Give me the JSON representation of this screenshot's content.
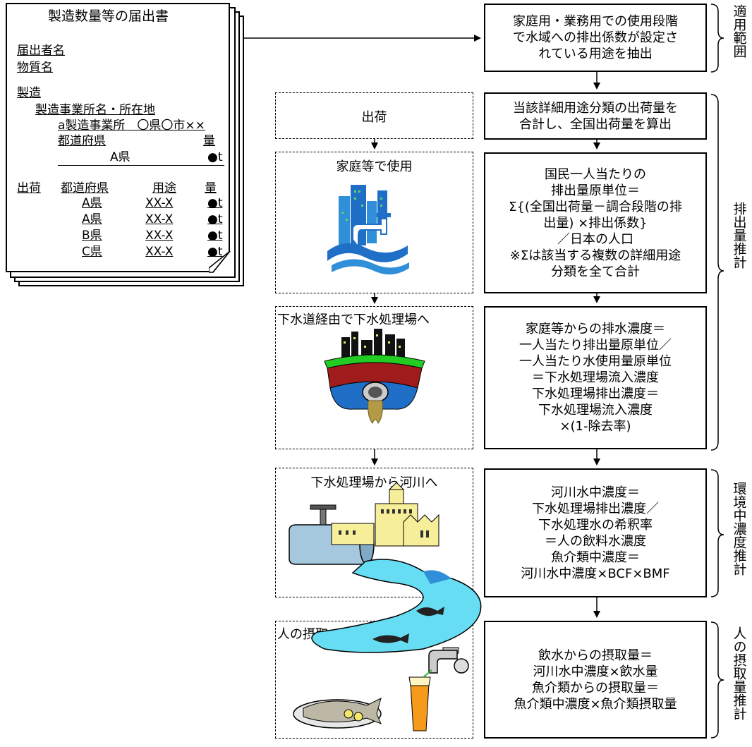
{
  "notification_doc": {
    "title": "製造数量等の届出書",
    "notifier_label": "届出者名",
    "substance_label": "物質名",
    "manufacture_label": "製造",
    "plant_label": "製造事業所名・所在地",
    "plant_value": "a製造事業所　〇県〇市××",
    "pref_header": "都道府県",
    "qty_header": "量",
    "mfg_row_pref": "A県",
    "mfg_row_qty": "●t",
    "shipment_label": "出荷",
    "ship_pref_header": "都道府県",
    "ship_use_header": "用途",
    "ship_qty_header": "量",
    "shipments": [
      {
        "pref": "A県",
        "use": "XX-X",
        "qty": "●t"
      },
      {
        "pref": "A県",
        "use": "XX-X",
        "qty": "●t"
      },
      {
        "pref": "B県",
        "use": "XX-X",
        "qty": "●t"
      },
      {
        "pref": "C県",
        "use": "XX-X",
        "qty": "●t"
      }
    ]
  },
  "stages": {
    "shipment": "出荷",
    "household_use": "家庭等で使用",
    "sewer": "下水道経由で下水処理場へ",
    "river": "下水処理場から河川へ",
    "intake": "人の摂取へ"
  },
  "boxes": {
    "scope": [
      "家庭用・業務用での使用段階",
      "で水域への排出係数が設定さ",
      "れている用途を抽出"
    ],
    "shipment_total": [
      "当該詳細用途分類の出荷量を",
      "合計し、全国出荷量を算出"
    ],
    "per_capita": [
      "国民一人当たりの",
      "排出量原単位＝",
      "Σ{(全国出荷量－調合段階の排",
      "出量) ×排出係数}",
      "／日本の人口",
      "※Σは該当する複数の詳細用途",
      "分類を全て合計"
    ],
    "sewage": [
      "家庭等からの排水濃度＝",
      "一人当たり排出量原単位／",
      "一人当たり水使用量原単位",
      "＝下水処理場流入濃度",
      "下水処理場排出濃度＝",
      "下水処理場流入濃度",
      "×(1-除去率)"
    ],
    "river_conc": [
      "河川水中濃度＝",
      "下水処理場排出濃度／",
      "下水処理水の希釈率",
      "＝人の飲料水濃度",
      "魚介類中濃度＝",
      "河川水中濃度×BCF×BMF"
    ],
    "intake": [
      "飲水からの摂取量＝",
      "河川水中濃度×飲水量",
      "魚介類からの摂取量＝",
      "魚介類中濃度×魚介類摂取量"
    ]
  },
  "side_labels": {
    "scope": "適用範囲",
    "emission": "排出量推計",
    "environment": "環境中濃度推計",
    "intake": "人の摂取量推計"
  },
  "colors": {
    "water_blue": "#1f6fc7",
    "building_blue": "#2f8fd8",
    "river_cyan": "#66ddf2",
    "grass_green": "#22cc22",
    "soil_red": "#a01c1c",
    "factory_yellow": "#f7ee9a",
    "juice_orange": "#f59a1a"
  }
}
